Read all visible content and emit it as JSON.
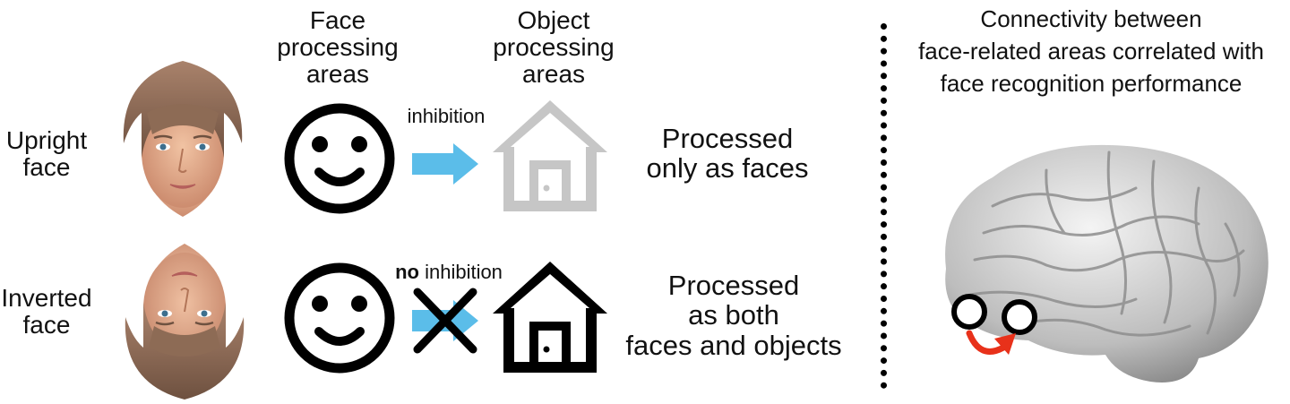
{
  "headers": {
    "face_areas": "Face\nprocessing\nareas",
    "object_areas": "Object\nprocessing\nareas"
  },
  "rows": [
    {
      "label": "Upright\nface",
      "arrow_label_bold": "",
      "arrow_label": "inhibition",
      "result": "Processed\nonly as faces",
      "house_color": "#c6c6c6",
      "arrow_color": "#5bbde9"
    },
    {
      "label": "Inverted\nface",
      "arrow_label_bold": "no",
      "arrow_label": " inhibition",
      "result": "Processed\nas both\nfaces and objects",
      "house_color": "#000000",
      "arrow_color": "#5bbde9"
    }
  ],
  "right_panel": {
    "title": "Connectivity between\nface-related areas correlated with\nface recognition performance",
    "connection_color": "#e8311a"
  }
}
